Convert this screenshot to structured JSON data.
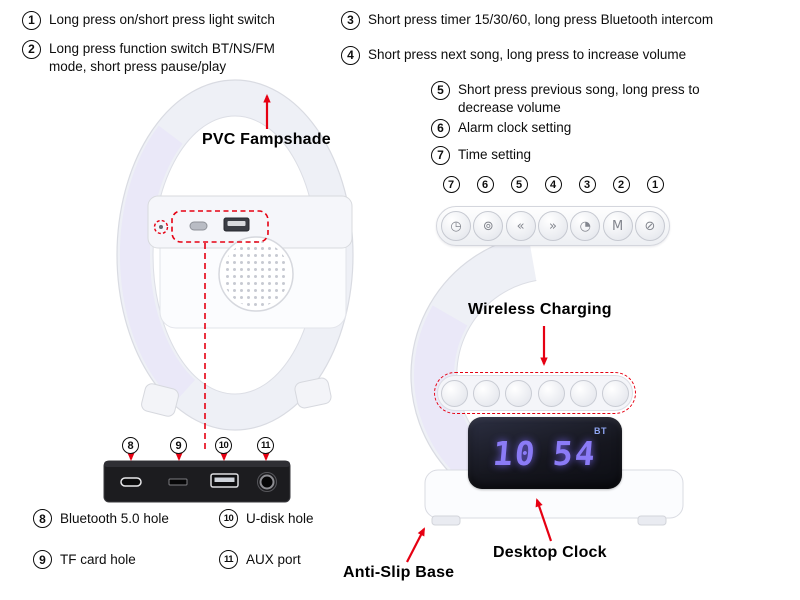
{
  "annotations": [
    {
      "num": "1",
      "text": "Long press on/short press light switch"
    },
    {
      "num": "2",
      "text": "Long press function switch BT/NS/FM mode, short press pause/play"
    },
    {
      "num": "3",
      "text": "Short press timer 15/30/60, long press Bluetooth intercom"
    },
    {
      "num": "4",
      "text": "Short press next song, long press to increase volume"
    },
    {
      "num": "5",
      "text": "Short press previous song, long press to decrease volume"
    },
    {
      "num": "6",
      "text": "Alarm clock setting"
    },
    {
      "num": "7",
      "text": "Time setting"
    }
  ],
  "labels": {
    "lampshade": "PVC Fampshade",
    "wireless_charging": "Wireless Charging",
    "desktop_clock": "Desktop Clock",
    "anti_slip_base": "Anti-Slip Base"
  },
  "front_buttons": {
    "numbers": [
      "7",
      "6",
      "5",
      "4",
      "3",
      "2",
      "1"
    ],
    "icons": [
      {
        "name": "time-setting-icon",
        "glyph": "◷"
      },
      {
        "name": "alarm-clock-icon",
        "glyph": "⊚"
      },
      {
        "name": "previous-track-icon",
        "glyph": "«"
      },
      {
        "name": "next-track-icon",
        "glyph": "»"
      },
      {
        "name": "timer-icon",
        "glyph": "◔"
      },
      {
        "name": "mode-icon",
        "glyph": "M"
      },
      {
        "name": "power-icon",
        "glyph": "⊘"
      }
    ]
  },
  "ports": {
    "numbers": [
      "8",
      "9",
      "10",
      "11"
    ],
    "annotations": [
      {
        "num": "8",
        "text": "Bluetooth 5.0 hole"
      },
      {
        "num": "10",
        "text": "U-disk hole"
      },
      {
        "num": "9",
        "text": "TF card hole"
      },
      {
        "num": "11",
        "text": "AUX port"
      }
    ]
  },
  "clock": {
    "hours": "10",
    "minutes": "54",
    "badge": "BT"
  },
  "colors": {
    "accent_red": "#e60012",
    "clock_digit": "#8b7bf7",
    "panel_black": "#1c1c1f"
  }
}
